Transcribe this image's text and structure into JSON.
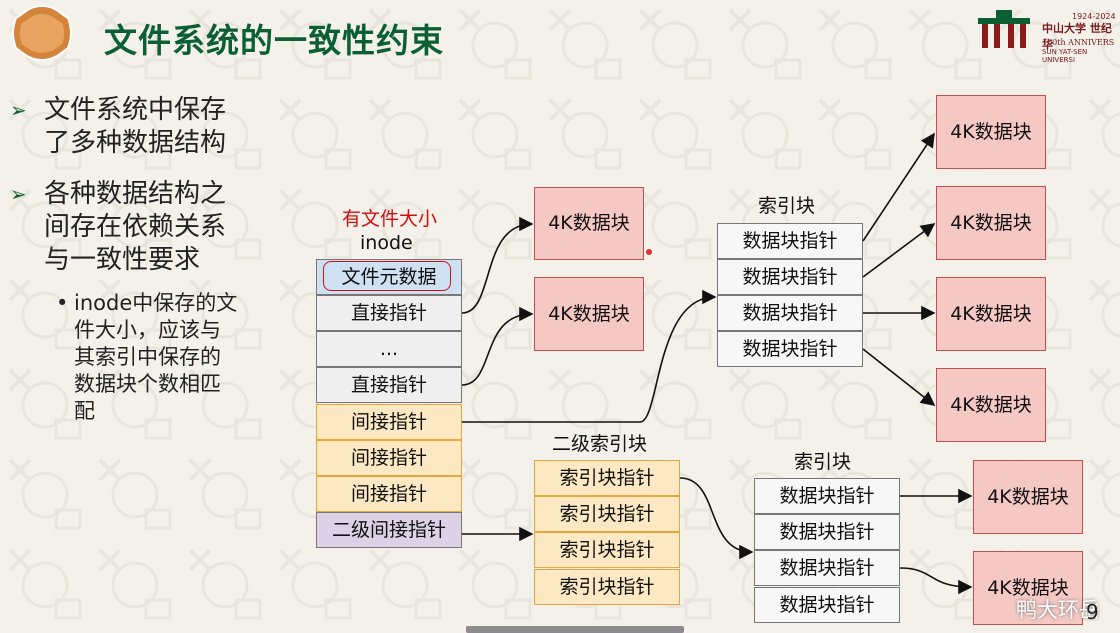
{
  "slide": {
    "title": "文件系统的一致性约束",
    "page_number": "9",
    "watermark": "鸭大环岳"
  },
  "university_logo": {
    "years": "1924-2024",
    "name_cn": "中山大学 世纪华",
    "anniversary": "100th ANNIVERS",
    "name_en": "SUN YAT-SEN UNIVERSI"
  },
  "bullets": [
    {
      "lines": [
        "文件系统中保存",
        "了多种数据结构"
      ]
    },
    {
      "lines": [
        "各种数据结构之",
        "间存在依赖关系",
        "与一致性要求"
      ]
    }
  ],
  "sub_bullet": {
    "lines": [
      "inode中保存的文",
      "件大小，应该与",
      "其索引中保存的",
      "数据块个数相匹",
      "配"
    ]
  },
  "diagram": {
    "annotation": "有文件大小",
    "inode_label": "inode",
    "inode_cells": [
      "文件元数据",
      "直接指针",
      "...",
      "直接指针",
      "间接指针",
      "间接指针",
      "间接指针",
      "二级间接指针"
    ],
    "data_block_label": "4K数据块",
    "index_block_label": "索引块",
    "index_block_cells": [
      "数据块指针",
      "数据块指针",
      "数据块指针",
      "数据块指针"
    ],
    "second_index_label": "二级索引块",
    "second_index_cells": [
      "索引块指针",
      "索引块指针",
      "索引块指针",
      "索引块指针"
    ],
    "lower_index_label": "索引块",
    "lower_index_cells": [
      "数据块指针",
      "数据块指针",
      "数据块指针",
      "数据块指针"
    ]
  }
}
